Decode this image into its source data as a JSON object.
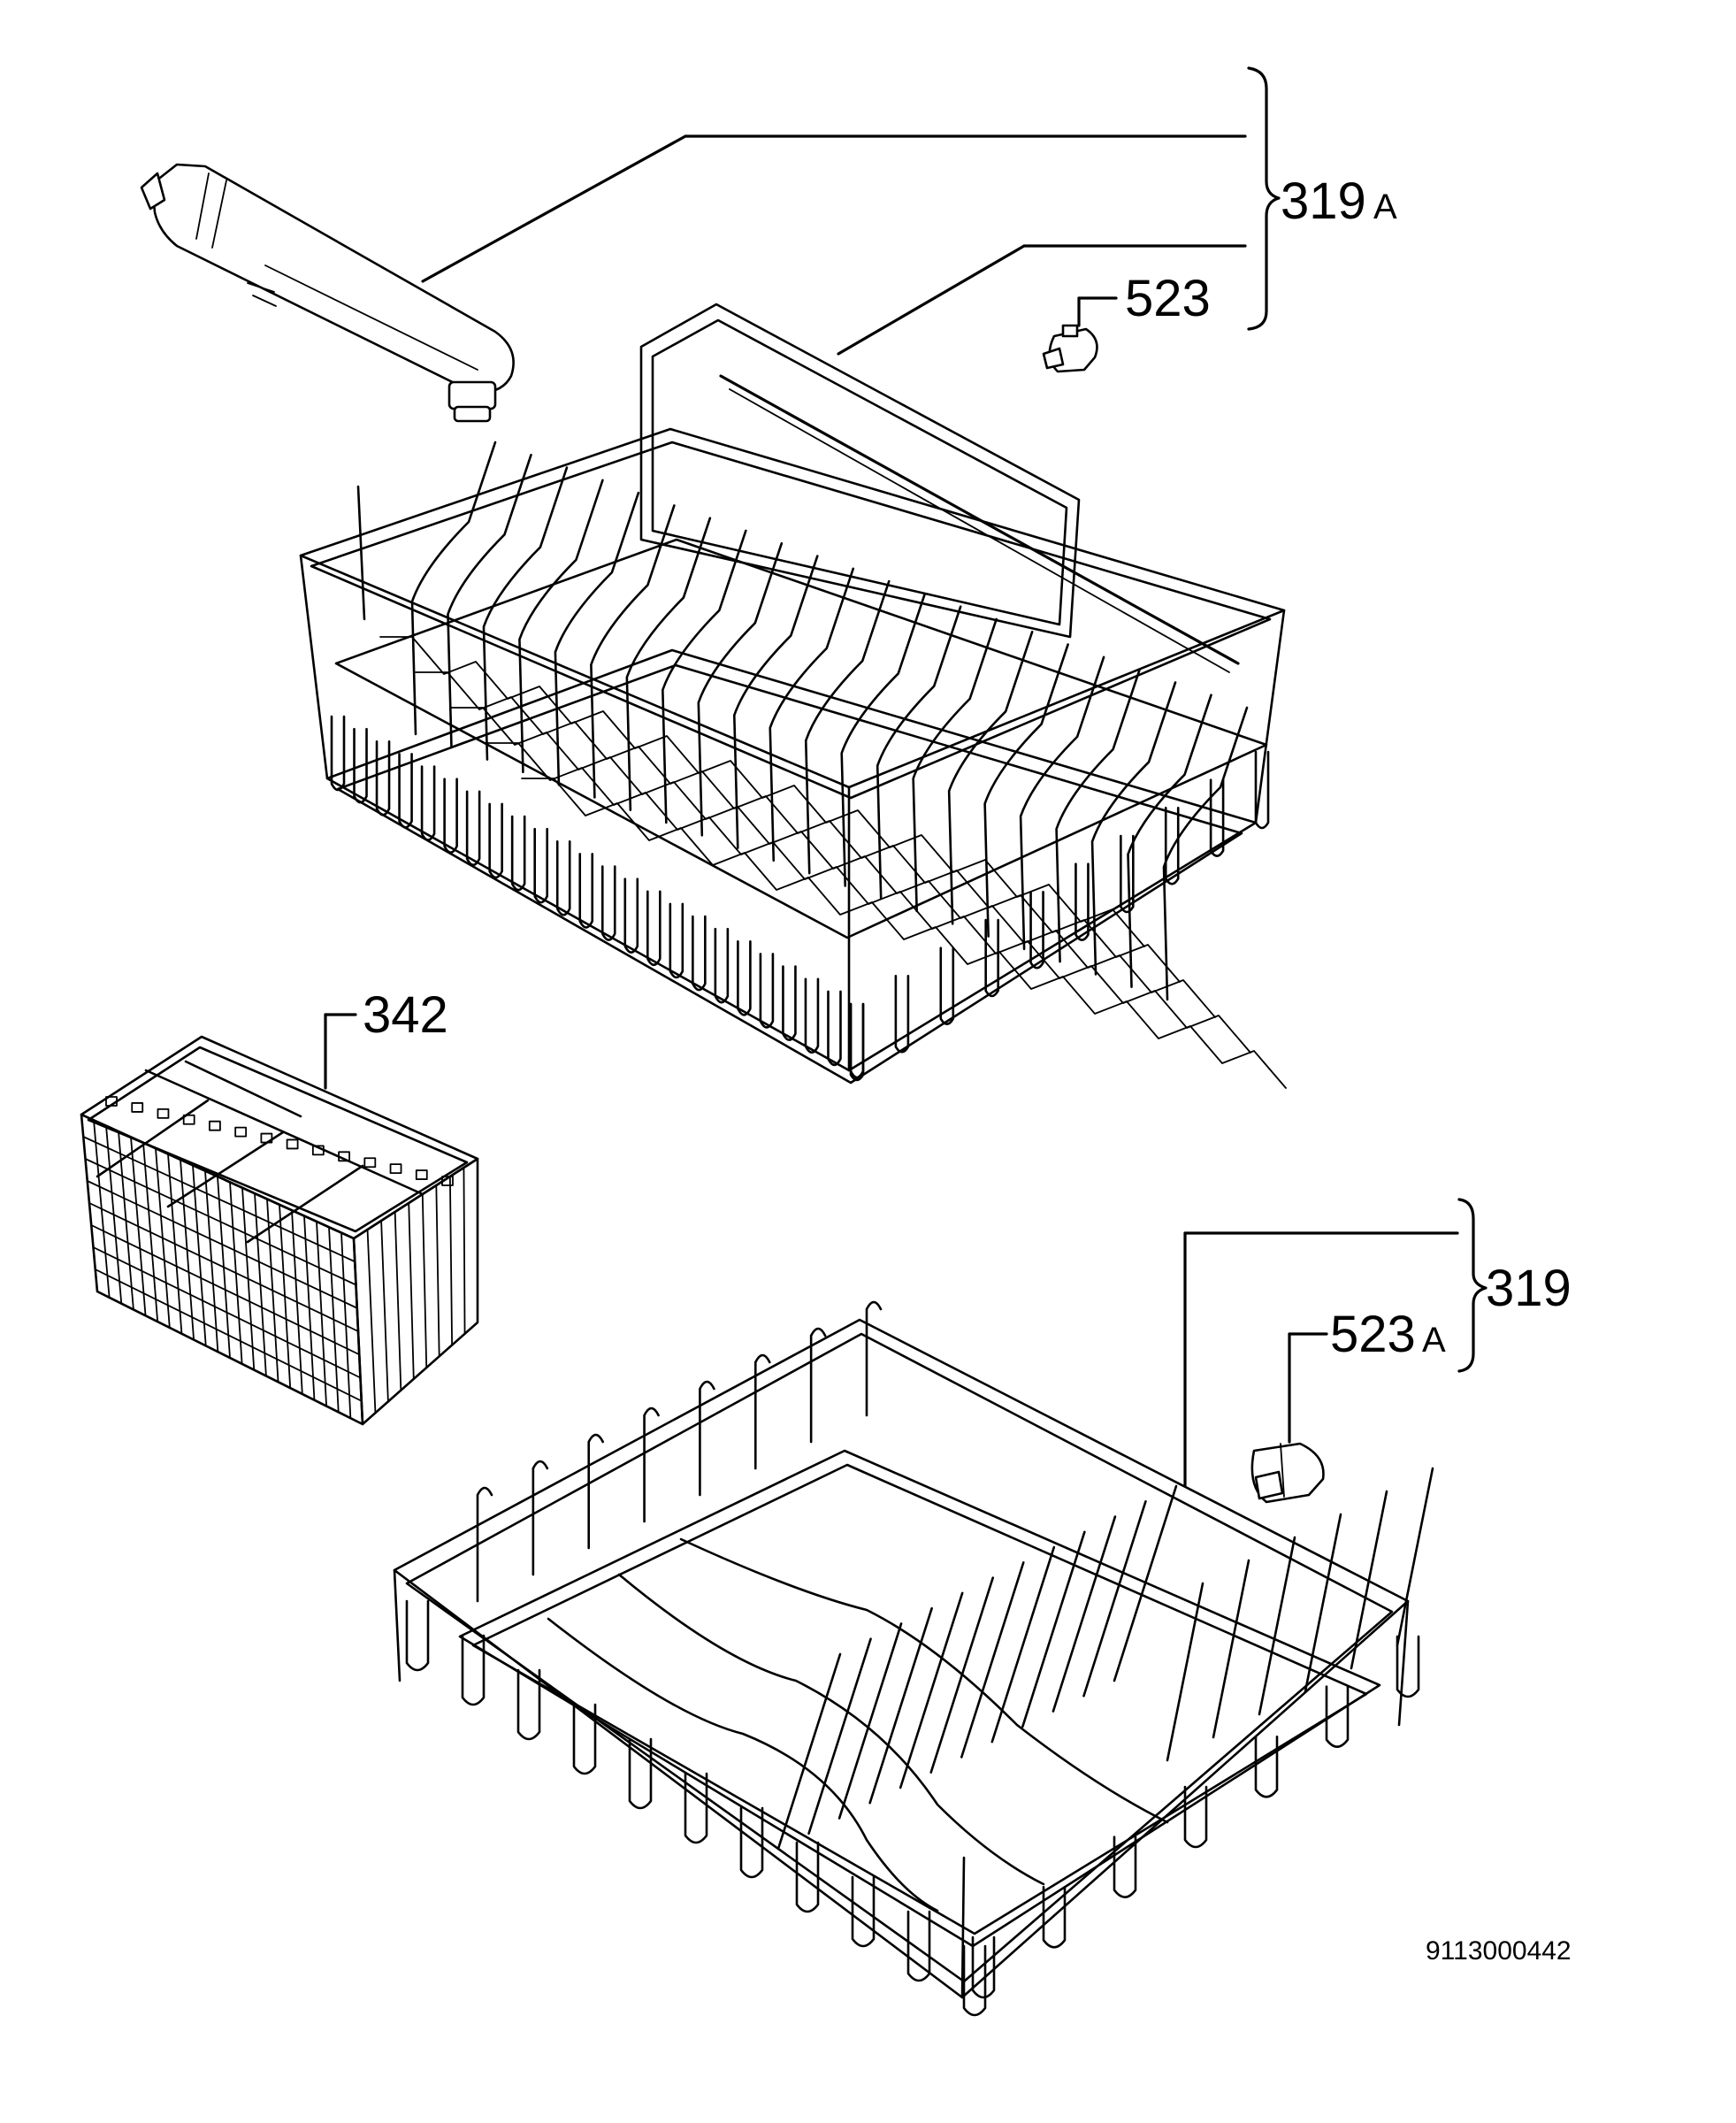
{
  "callouts": {
    "c319a": {
      "num": "319",
      "suffix": "A"
    },
    "c523": {
      "num": "523"
    },
    "c342": {
      "num": "342"
    },
    "c319": {
      "num": "319"
    },
    "c523a": {
      "num": "523",
      "suffix": "A"
    }
  },
  "drawing_number": "9113000442"
}
